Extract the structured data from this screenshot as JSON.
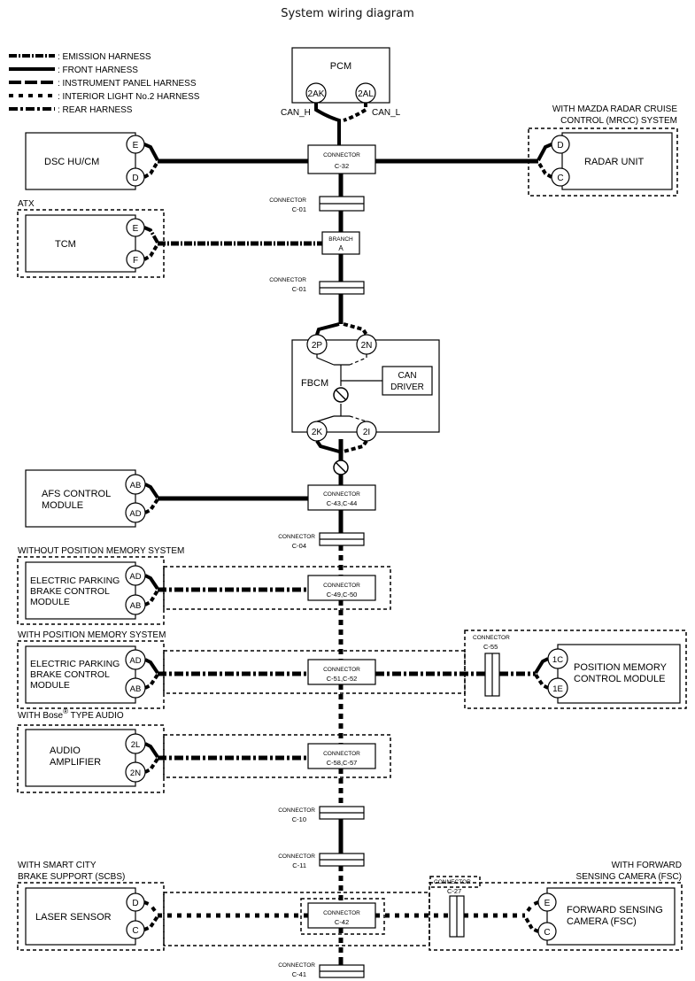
{
  "title": "System wiring diagram",
  "legend": [
    {
      "pattern": "emission",
      "label": ": EMISSION HARNESS"
    },
    {
      "pattern": "front",
      "label": ": FRONT HARNESS"
    },
    {
      "pattern": "instrument",
      "label": ": INSTRUMENT PANEL HARNESS"
    },
    {
      "pattern": "interior",
      "label": ": INTERIOR LIGHT No.2 HARNESS"
    },
    {
      "pattern": "rear",
      "label": ": REAR HARNESS"
    }
  ],
  "pcm": {
    "label": "PCM",
    "pin_h": "2AK",
    "pin_l": "2AL",
    "can_h": "CAN_H",
    "can_l": "CAN_L"
  },
  "dsc": {
    "label": "DSC HU/CM",
    "pin_a": "E",
    "pin_b": "D"
  },
  "mrcc": {
    "caption_1": "WITH MAZDA RADAR CRUISE",
    "caption_2": "CONTROL (MRCC) SYSTEM",
    "label": "RADAR UNIT",
    "pin_a": "D",
    "pin_b": "C"
  },
  "atx": {
    "caption": "ATX",
    "label": "TCM",
    "pin_a": "E",
    "pin_b": "F"
  },
  "fbcm": {
    "label": "FBCM",
    "pin_2p": "2P",
    "pin_2n": "2N",
    "pin_2k": "2K",
    "pin_2i": "2I",
    "can_driver_1": "CAN",
    "can_driver_2": "DRIVER"
  },
  "afs": {
    "label_1": "AFS CONTROL",
    "label_2": "MODULE",
    "pin_a": "AB",
    "pin_b": "AD"
  },
  "epb_without": {
    "caption": "WITHOUT POSITION MEMORY SYSTEM",
    "label_1": "ELECTRIC PARKING",
    "label_2": "BRAKE CONTROL",
    "label_3": "MODULE",
    "pin_a": "AD",
    "pin_b": "AB"
  },
  "epb_with": {
    "caption": "WITH POSITION MEMORY SYSTEM",
    "label_1": "ELECTRIC PARKING",
    "label_2": "BRAKE CONTROL",
    "label_3": "MODULE",
    "pin_a": "AD",
    "pin_b": "AB"
  },
  "position_memory": {
    "label_1": "POSITION MEMORY",
    "label_2": "CONTROL MODULE",
    "pin_a": "1C",
    "pin_b": "1E"
  },
  "audio": {
    "caption_pre": "WITH Bose",
    "caption_reg": "®",
    "caption_post": " TYPE AUDIO",
    "label_1": "AUDIO",
    "label_2": "AMPLIFIER",
    "pin_a": "2L",
    "pin_b": "2N"
  },
  "scbs": {
    "caption_1": "WITH SMART CITY",
    "caption_2": "BRAKE SUPPORT (SCBS)",
    "label": "LASER SENSOR",
    "pin_a": "D",
    "pin_b": "C"
  },
  "fsc": {
    "caption_1": "WITH FORWARD",
    "caption_2": "SENSING CAMERA (FSC)",
    "label_1": "FORWARD SENSING",
    "label_2": "CAMERA (FSC)",
    "pin_a": "E",
    "pin_b": "C"
  },
  "connectors": {
    "word": "CONNECTOR",
    "c32": "C-32",
    "c01": "C-01",
    "branch_word": "BRANCH",
    "branch_id": "A",
    "c43_44": "C-43,C-44",
    "c04": "C-04",
    "c49_50": "C-49,C-50",
    "c51_52": "C-51,C-52",
    "c55": "C-55",
    "c58_57": "C-58,C-57",
    "c10": "C-10",
    "c11": "C-11",
    "c42": "C-42",
    "c27": "C-27",
    "c41": "C-41"
  }
}
